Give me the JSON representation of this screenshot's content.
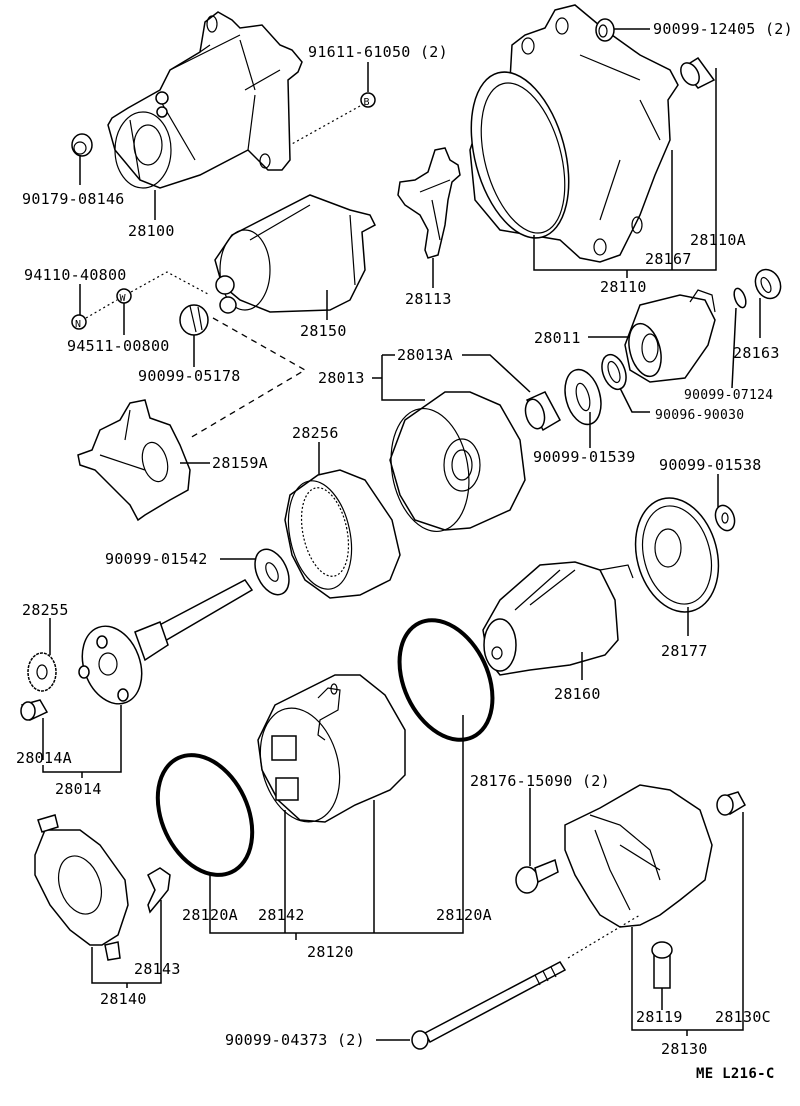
{
  "diagram": {
    "title_code": "ME  L216-C",
    "labels": {
      "p91611_61050": "91611-61050 (2)",
      "p90099_12405": "90099-12405 (2)",
      "p90179_08146": "90179-08146",
      "p28100": "28100",
      "p28110A": "28110A",
      "p28167": "28167",
      "p28110": "28110",
      "p28113": "28113",
      "p94110_40800": "94110-40800",
      "p94511_00800": "94511-00800",
      "p28150": "28150",
      "p90099_05178": "90099-05178",
      "p28013": "28013",
      "p28013A": "28013A",
      "p28011": "28011",
      "p28163": "28163",
      "p90099_07124": "90099-07124",
      "p90096_90030": "90096-90030",
      "p90099_01539": "90099-01539",
      "p90099_01538": "90099-01538",
      "p28159A": "28159A",
      "p28256": "28256",
      "p90099_01542": "90099-01542",
      "p28255": "28255",
      "p28177": "28177",
      "p28160": "28160",
      "p28014A": "28014A",
      "p28014": "28014",
      "p28176_15090": "28176-15090 (2)",
      "p28120A_left": "28120A",
      "p28142": "28142",
      "p28120A_right": "28120A",
      "p28120": "28120",
      "p28143": "28143",
      "p28140": "28140",
      "p28119": "28119",
      "p28130C": "28130C",
      "p28130": "28130",
      "p90099_04373": "90099-04373 (2)"
    },
    "symbols": {
      "B": "B",
      "N": "N",
      "W": "W"
    }
  }
}
